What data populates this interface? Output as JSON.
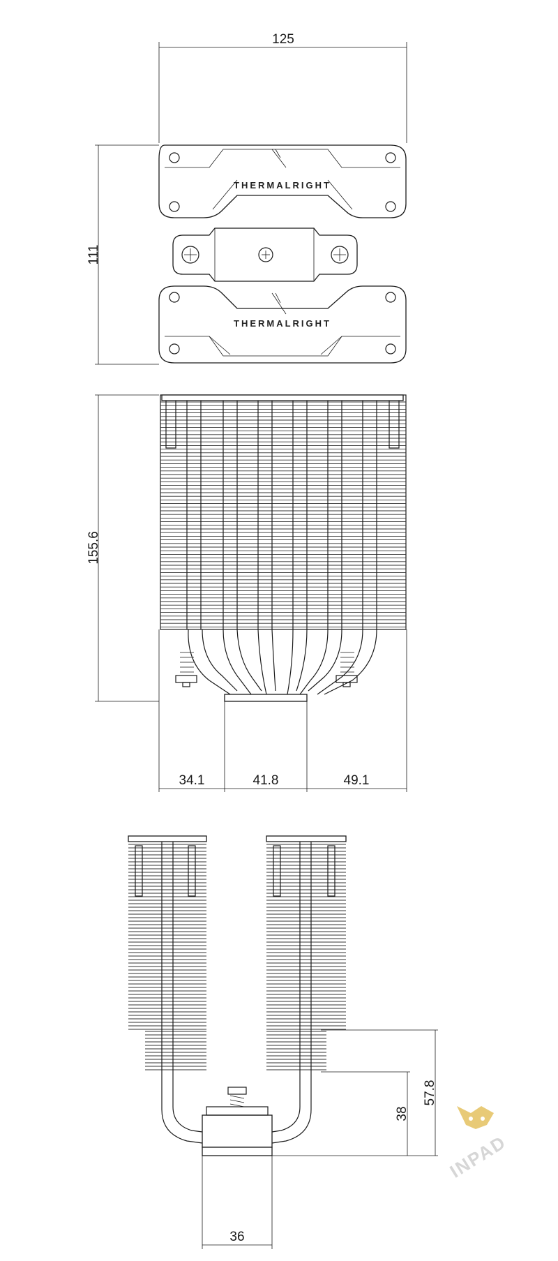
{
  "brand": {
    "logo_text": "THERMALRIGHT",
    "watermark": "INPAD"
  },
  "dimensions": {
    "top_width": "125",
    "top_height": "111",
    "front_height": "155.6",
    "base_left": "34.1",
    "base_middle": "41.8",
    "base_right": "49.1",
    "side_base_height": "38",
    "side_clearance": "57.8",
    "side_base_width": "36"
  },
  "colors": {
    "line": "#1a1a1a",
    "watermark_gold": "#e0b84a",
    "watermark_gray": "#d6d6d6"
  }
}
